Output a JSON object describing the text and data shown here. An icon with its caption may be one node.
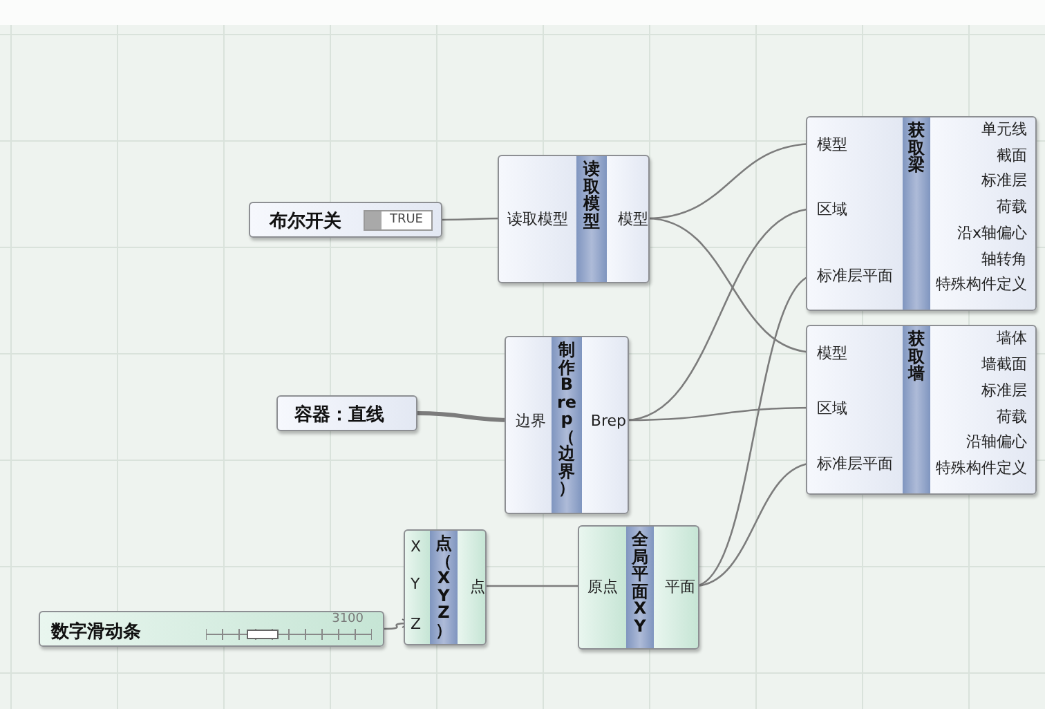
{
  "diagram": {
    "nodes": [
      {
        "text": [
          "布尔开关",
          "TRUE"
        ]
      },
      {
        "text": [
          "读取模型"
        ]
      },
      {
        "text": [
          "读取模型"
        ],
        "in": 1
      },
      {
        "text": [
          "模型"
        ],
        "in": 1
      },
      {
        "text": [
          "容器：直线"
        ]
      },
      {
        "text": [
          "制作Brep（边界）"
        ]
      },
      {
        "text": [
          "边界"
        ],
        "in": 5
      },
      {
        "text": [
          "Brep"
        ],
        "in": 5
      },
      {
        "text": [
          "数字滑动条",
          "3100"
        ]
      },
      {
        "text": [
          "X",
          "Y",
          "点（XYZ）"
        ]
      },
      {
        "text": [
          "Z"
        ],
        "in": 9
      },
      {
        "text": [
          "点"
        ],
        "in": 9
      },
      {
        "text": [
          "全局平面XY"
        ]
      },
      {
        "text": [
          "原点"
        ],
        "in": 12
      },
      {
        "text": [
          "平面"
        ],
        "in": 12
      },
      {
        "text": [
          "获取梁",
          "单元线",
          "截面",
          "标准层",
          "荷载",
          "沿x轴偏心",
          "轴转角",
          "特殊构件定义"
        ]
      },
      {
        "text": [
          "模型"
        ],
        "in": 15
      },
      {
        "text": [
          "区域"
        ],
        "in": 15
      },
      {
        "text": [
          "标准层平面"
        ],
        "in": 15
      },
      {
        "text": [
          "获取墙",
          "墙体",
          "墙截面",
          "标准层",
          "荷载",
          "沿轴偏心",
          "特殊构件定义"
        ]
      },
      {
        "text": [
          "模型"
        ],
        "in": 19
      },
      {
        "text": [
          "区域"
        ],
        "in": 19
      },
      {
        "text": [
          "标准层平面"
        ],
        "in": 19
      }
    ],
    "edges": [
      {
        "from": 0,
        "to": 2,
        "arrow": "to"
      },
      {
        "from": 3,
        "to": 16,
        "arrow": "to"
      },
      {
        "from": 3,
        "to": 20,
        "arrow": "to"
      },
      {
        "from": 4,
        "to": 6,
        "arrow": "to",
        "style": "thick"
      },
      {
        "from": 7,
        "to": 17,
        "arrow": "to"
      },
      {
        "from": 7,
        "to": 21,
        "arrow": "to"
      },
      {
        "from": 8,
        "to": 10,
        "arrow": "to"
      },
      {
        "from": 11,
        "to": 13,
        "arrow": "to"
      },
      {
        "from": 14,
        "to": 18,
        "arrow": "to"
      },
      {
        "from": 14,
        "to": 22,
        "arrow": "to"
      }
    ]
  }
}
